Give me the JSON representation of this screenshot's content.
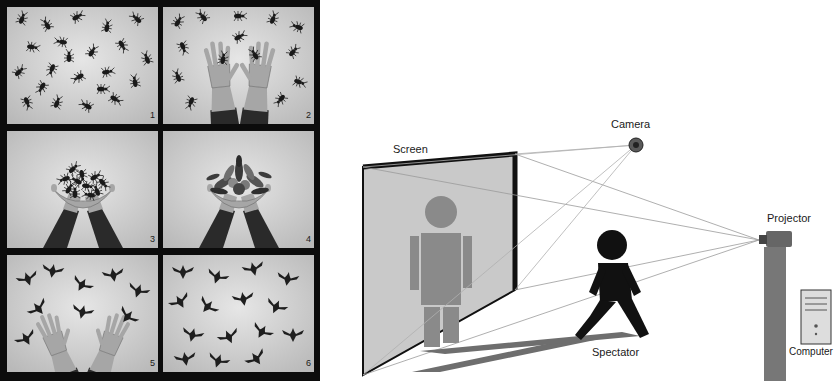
{
  "diagram": {
    "labels": [
      "1",
      "2",
      "3",
      "4",
      "5",
      "6",
      "Screen",
      "Camera",
      "Projector",
      "Spectator",
      "Computer"
    ]
  }
}
